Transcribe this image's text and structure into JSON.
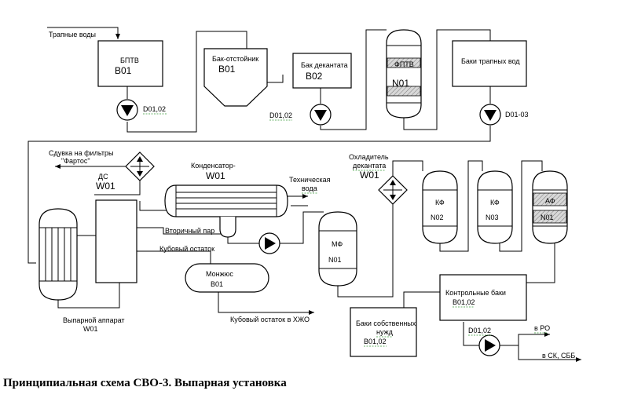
{
  "caption": "Принципиальная схема СВО-3. Выпарная установка",
  "labels": {
    "trap_water_in": "Трапные воды",
    "bptv_name": "БПТВ",
    "bptv_code": "В01",
    "pump1_code": "D01,02",
    "bak_otstoy_name": "Бак-отстойник",
    "bak_otstoy_code": "В01",
    "pump_dek_code": "D01,02",
    "bak_dek_name": "Бак декантата",
    "bak_dek_code": "В02",
    "fptv_name": "ФПТВ",
    "fptv_code": "N01",
    "baki_trap_name": "Баки трапных вод",
    "pump3_code": "D01-03",
    "sduvka_line1": "Сдувка на фильтры",
    "sduvka_line2": "\"Фартос\"",
    "ds_name": "ДС",
    "ds_code": "W01",
    "kond_name": "Конденсатор-",
    "kond_code": "W01",
    "tech_water_1": "Техническая",
    "tech_water_2": "вода",
    "vtor_par": "Вторичный пар",
    "kub_ost": "Кубовый остаток",
    "monjus_name": "Монжюс",
    "monjus_code": "В01",
    "kub_ost_zho": "Кубовый остаток в ХЖО",
    "vyp_app_1": "Выпарной аппарат",
    "vyp_app_2": "W01",
    "ohlad_1": "Охладитель",
    "ohlad_2": "декантата",
    "ohlad_3": "W01",
    "mf_name": "МФ",
    "mf_code": "N01",
    "kf1_name": "КФ",
    "kf1_code": "N02",
    "kf2_name": "КФ",
    "kf2_code": "N03",
    "af_name": "АФ",
    "af_code": "N01",
    "kontrol_1": "Контрольные баки",
    "kontrol_2": "В01,02",
    "sobst_1": "Баки собственных",
    "sobst_2": "нужд",
    "sobst_3": "В01,02",
    "pump4_code": "D01,02",
    "to_ro": "в РО",
    "to_sk": "в СК, СББ"
  }
}
